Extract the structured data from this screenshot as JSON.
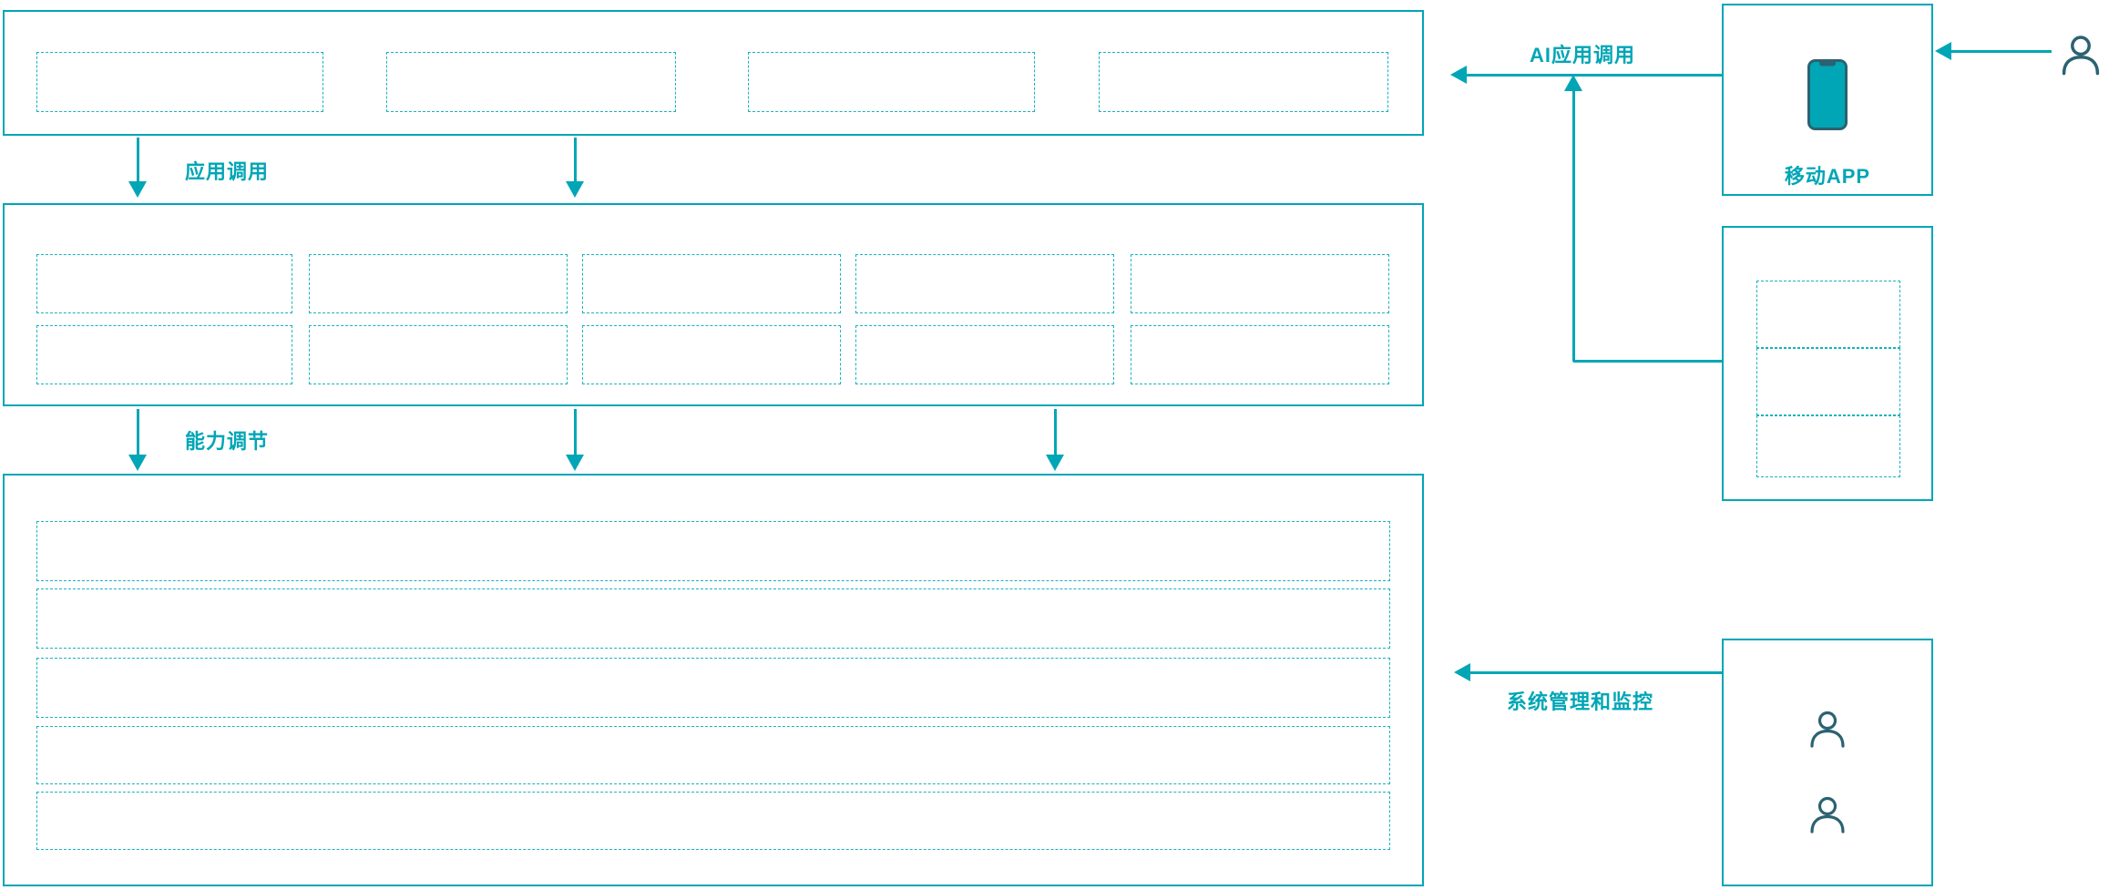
{
  "labels": {
    "app_call": "应用调用",
    "capability_adjust": "能力调节",
    "ai_app_call": "AI应用调用",
    "mobile_app": "移动APP",
    "system_mgmt": "系统管理和监控"
  },
  "colors": {
    "accent": "#00a6b6",
    "dashed": "#18b2c0",
    "icon": "#2b6271"
  },
  "icons": {
    "mobile_phone": "mobile-phone-icon",
    "end_user": "user-icon",
    "admin_users": "admin-user-icon"
  },
  "structure": {
    "top_layer_placeholder_count": 4,
    "middle_layer_rows": 2,
    "middle_layer_columns": 5,
    "bottom_layer_band_count": 5,
    "right_panel_placeholder_count": 3,
    "admin_panel_user_icon_count": 2
  }
}
